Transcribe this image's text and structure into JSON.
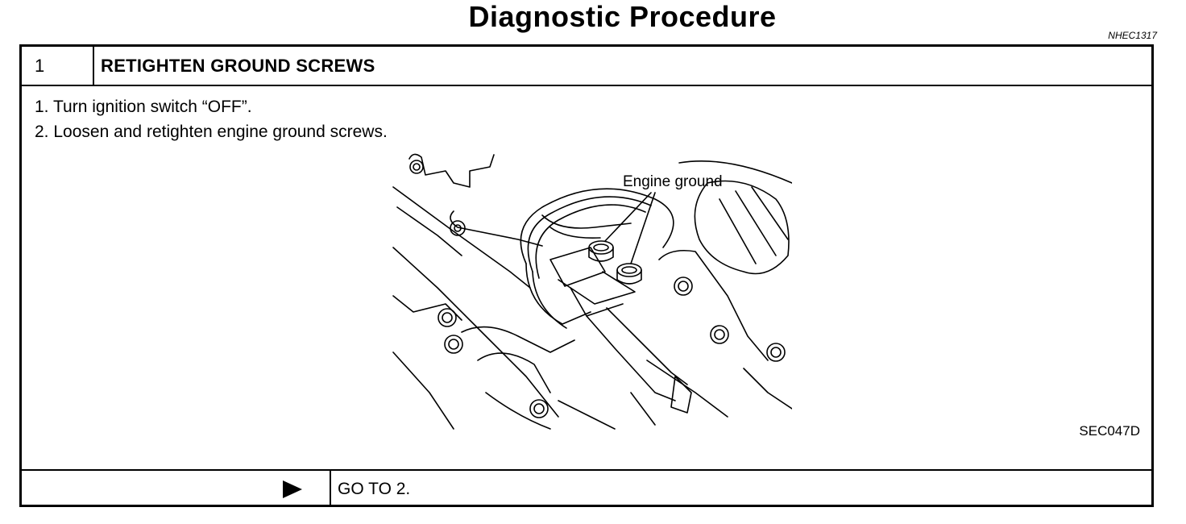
{
  "page": {
    "title": "Diagnostic Procedure",
    "code": "NHEC1317"
  },
  "step": {
    "number": "1",
    "title": "RETIGHTEN GROUND SCREWS",
    "instructions": [
      "1.  Turn ignition switch “OFF”.",
      "2.  Loosen and retighten engine ground screws."
    ],
    "figure": {
      "callout": "Engine ground",
      "reference": "SEC047D",
      "icon": "engine-ground-illustration"
    },
    "result": {
      "arrow_icon": "right-triangle-icon",
      "text": "GO TO 2."
    }
  }
}
